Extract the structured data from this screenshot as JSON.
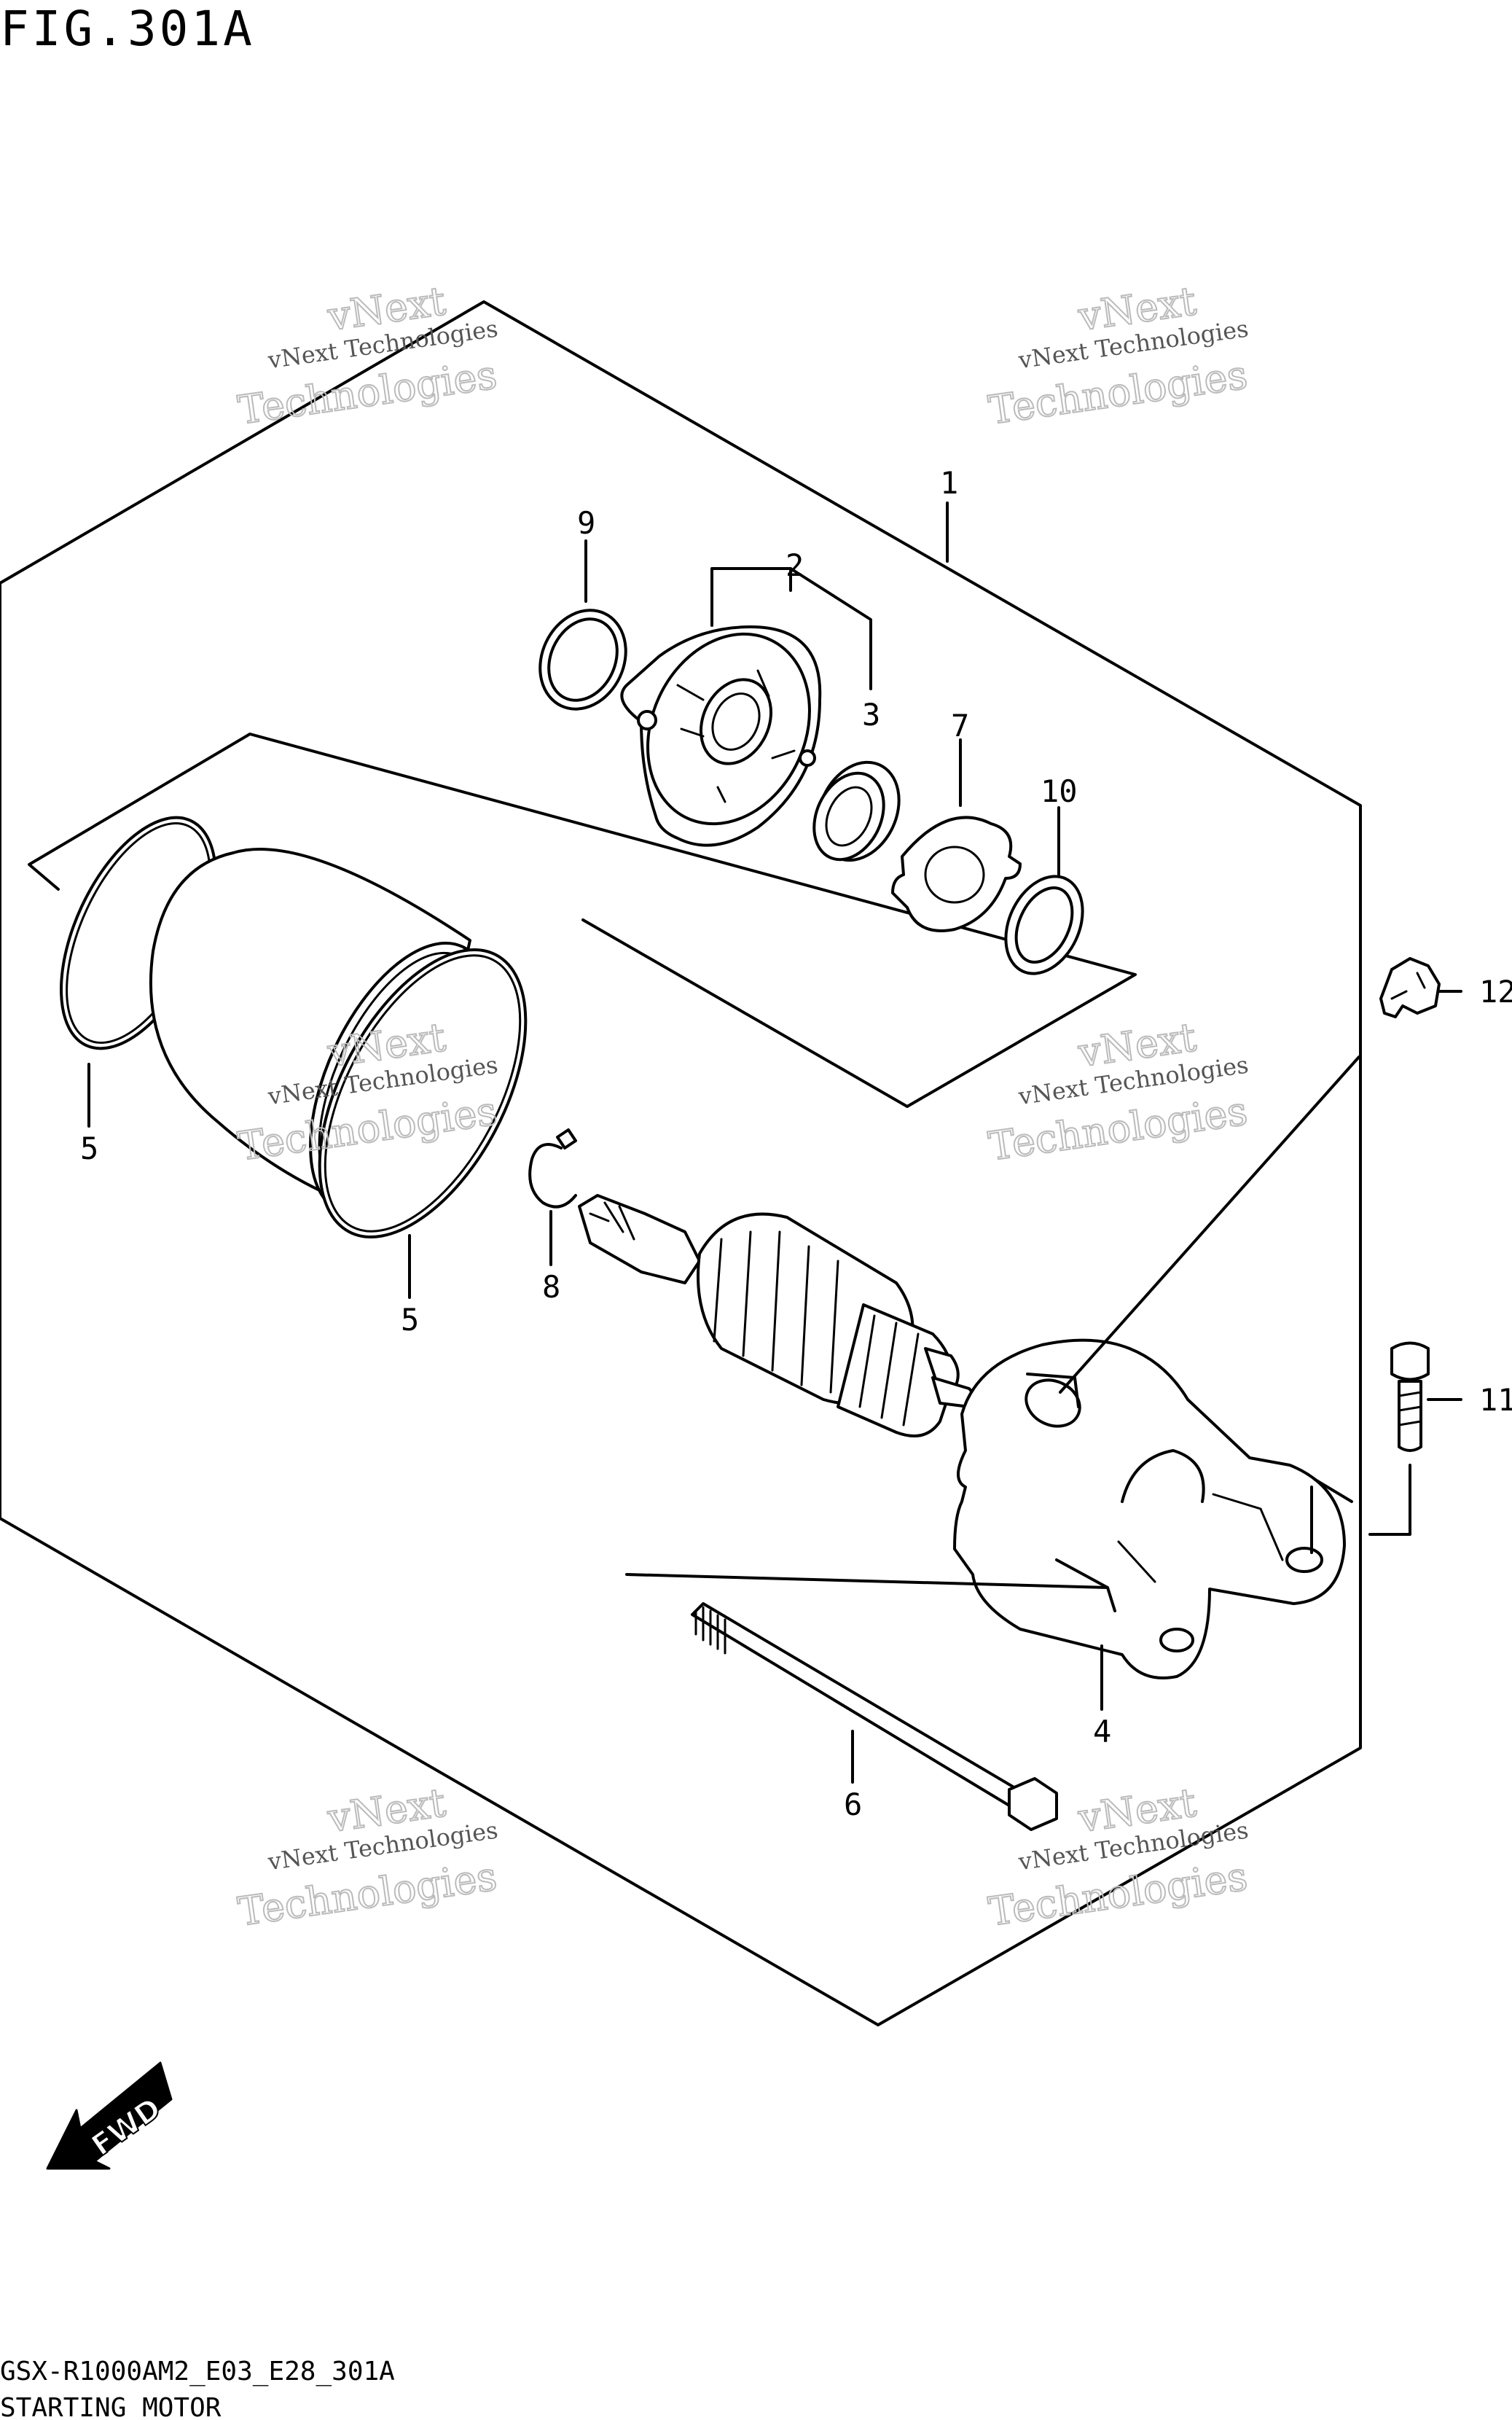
{
  "figure": {
    "title": "FIG.301A"
  },
  "watermark": {
    "line1": "vNext Technologies",
    "line2": "vNext",
    "line3": "Technologies"
  },
  "callouts": {
    "c1": "1",
    "c2": "2",
    "c3": "3",
    "c4": "4",
    "c5a": "5",
    "c5b": "5",
    "c6": "6",
    "c7": "7",
    "c8": "8",
    "c9": "9",
    "c10": "10",
    "c11": "11",
    "c12": "12"
  },
  "fwd_arrow": {
    "text": "FWD"
  },
  "footer": {
    "code": "GSX-R1000AM2_E03_E28_301A",
    "name": "STARTING MOTOR"
  }
}
